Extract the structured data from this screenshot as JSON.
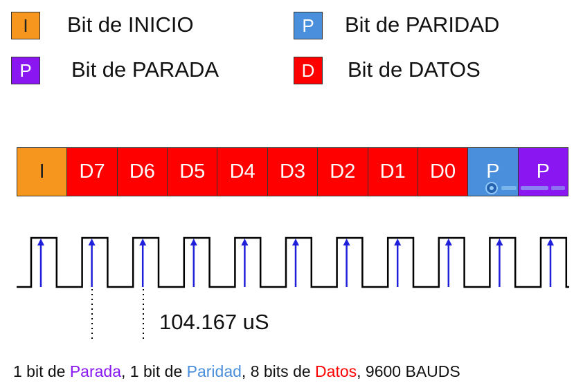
{
  "colors": {
    "start": "#f7961e",
    "parity": "#4a8fdc",
    "stop": "#8a16f2",
    "data": "#ff0000",
    "clock_edge": "#1f1fdc",
    "signal": "#000000"
  },
  "legend": {
    "start": {
      "symbol": "I",
      "label": "Bit de INICIO"
    },
    "parity": {
      "symbol": "P",
      "label": "Bit de PARIDAD"
    },
    "stop": {
      "symbol": "P",
      "label": "Bit de PARADA"
    },
    "data": {
      "symbol": "D",
      "label": "Bit de DATOS"
    }
  },
  "frame": {
    "cells": [
      {
        "label": "I",
        "kind": "start"
      },
      {
        "label": "D7",
        "kind": "data"
      },
      {
        "label": "D6",
        "kind": "data"
      },
      {
        "label": "D5",
        "kind": "data"
      },
      {
        "label": "D4",
        "kind": "data"
      },
      {
        "label": "D3",
        "kind": "data"
      },
      {
        "label": "D2",
        "kind": "data"
      },
      {
        "label": "D1",
        "kind": "data"
      },
      {
        "label": "D0",
        "kind": "data"
      },
      {
        "label": "P",
        "kind": "parity"
      },
      {
        "label": "P",
        "kind": "stop"
      }
    ]
  },
  "timing": {
    "bit_period": "104.167 uS"
  },
  "caption": {
    "p1": "1 bit de ",
    "stop_word": "Parada",
    "p2": ", 1 bit de ",
    "parity_word": "Paridad",
    "p3": ", 8 bits de ",
    "data_word": "Datos",
    "p4": ", 9600 BAUDS"
  }
}
